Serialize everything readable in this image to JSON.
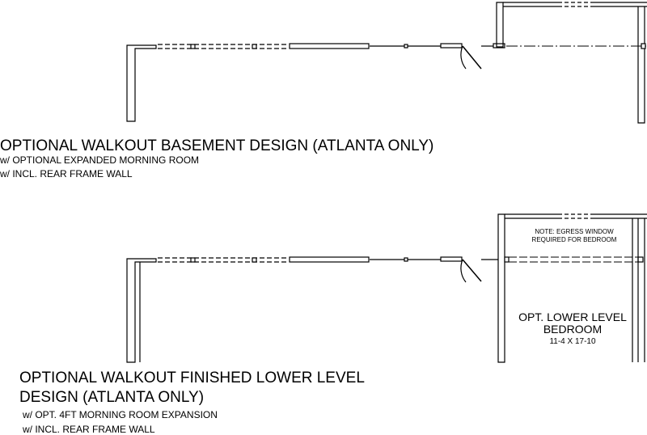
{
  "top_plan": {
    "title": "OPTIONAL WALKOUT BASEMENT DESIGN (ATLANTA ONLY)",
    "notes": [
      "w/ OPTIONAL EXPANDED MORNING ROOM",
      "w/ INCL. REAR FRAME WALL"
    ]
  },
  "bottom_plan": {
    "title_lines": [
      "OPTIONAL WALKOUT FINISHED LOWER LEVEL",
      "DESIGN (ATLANTA ONLY)"
    ],
    "notes": [
      "w/ OPT. 4FT MORNING ROOM EXPANSION",
      "w/ INCL. REAR FRAME WALL"
    ],
    "note_text": [
      "NOTE: EGRESS WINDOW",
      "REQUIRED FOR BEDROOM"
    ],
    "room": {
      "name_lines": [
        "OPT. LOWER LEVEL",
        "BEDROOM"
      ],
      "dimensions": "11-4 X 17-10"
    }
  }
}
